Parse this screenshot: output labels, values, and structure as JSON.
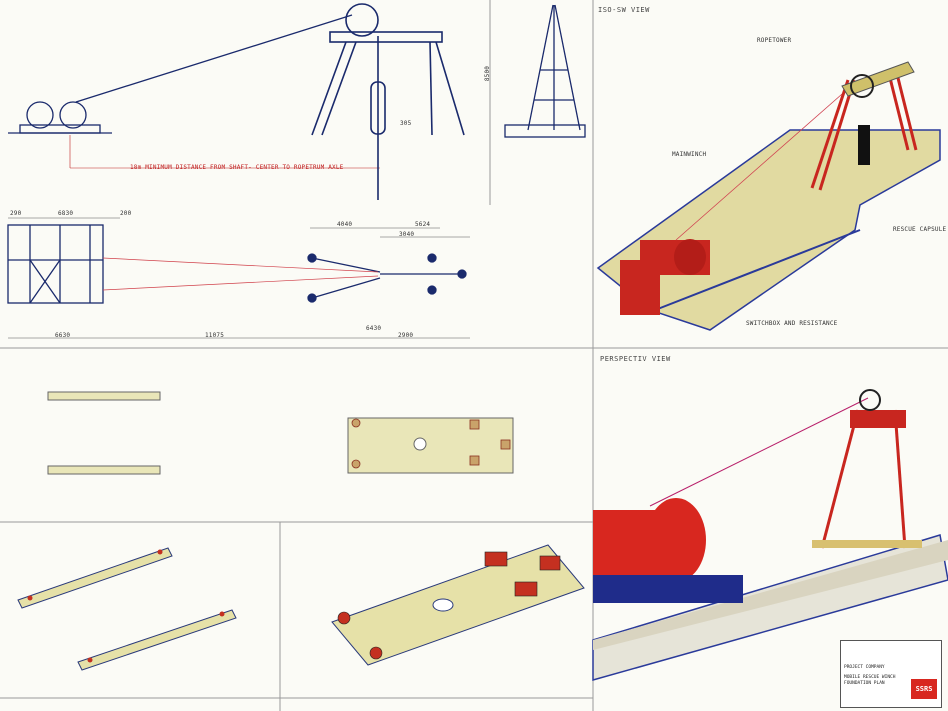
{
  "views": {
    "iso_title": "ISO-SW VIEW",
    "persp_title": "PERSPECTIV VIEW"
  },
  "labels": {
    "distance_note": "18m MINIMUM DISTANCE FROM SHAFT- CENTER TO ROPETRUM AXLE",
    "ropetower": "ROPETOWER",
    "rescue_capsule": "RESCUE CAPSULE",
    "mainwinch": "MAINWINCH",
    "switchbox": "SWITCHBOX AND RESISTANCE"
  },
  "dims": {
    "plan_top_left": "290",
    "plan_top_mid": "6830",
    "plan_top_right": "200",
    "plan_bottom_left": "6630",
    "plan_bottom_mid": "11075",
    "plan_bottom_right": "2900",
    "plan_4040": "4040",
    "plan_5624": "5624",
    "plan_3040": "3040",
    "plan_6430": "6430",
    "elev_305": "305",
    "elev_8500": "8500"
  },
  "title_block": {
    "company": "PROJECT COMPANY",
    "title": "MOBILE RESCUE WINCH",
    "subtitle": "FOUNDATION PLAN",
    "logo": "SSRS"
  }
}
